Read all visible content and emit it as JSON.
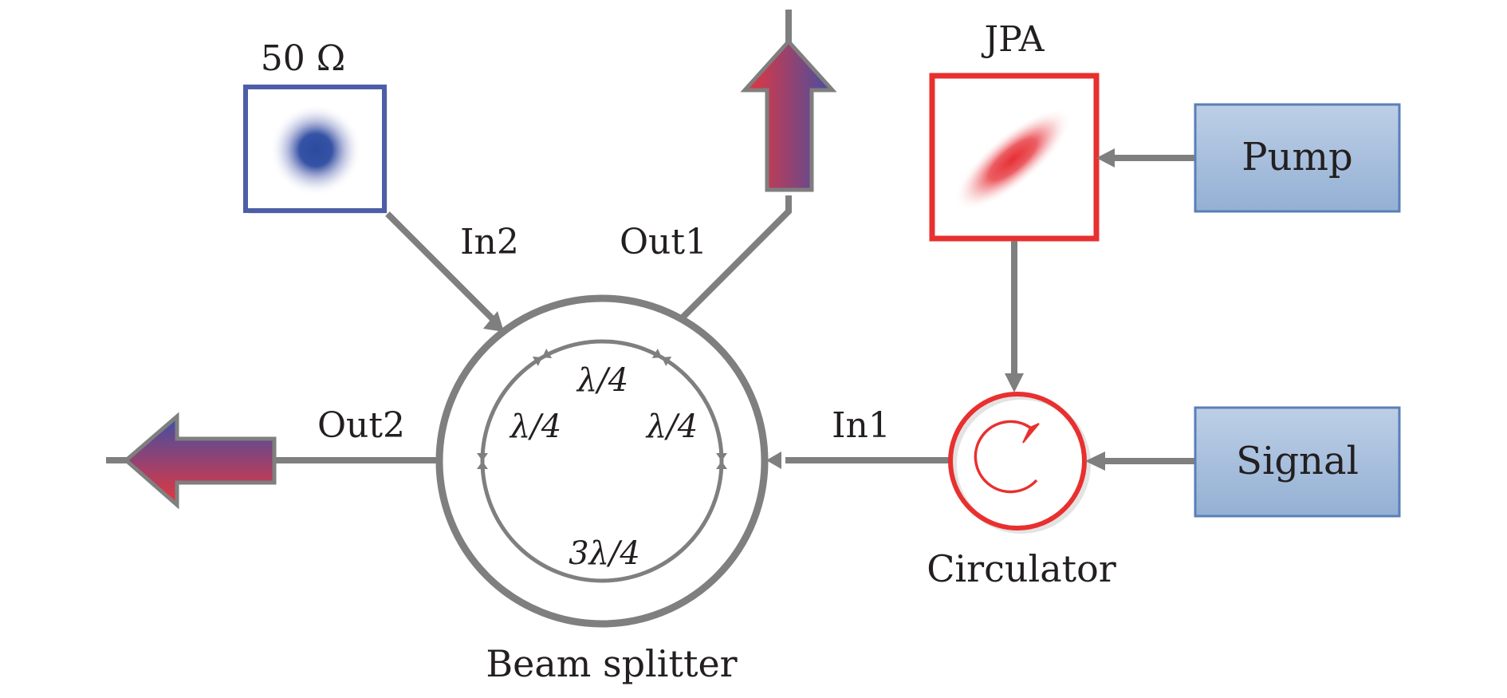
{
  "diagram": {
    "type": "block-diagram",
    "title": "",
    "components": {
      "load": {
        "label": "50 Ω",
        "description": "Vacuum state (coherent blob)",
        "color": "#3f4fa6"
      },
      "jpa": {
        "label": "JPA",
        "description": "Squeezed state (elliptical blob)",
        "color": "#e8302f"
      },
      "pump": {
        "label": "Pump",
        "color": "#95b3d7"
      },
      "signal": {
        "label": "Signal",
        "color": "#95b3d7"
      },
      "circulator": {
        "label": "Circulator",
        "color": "#e8302f"
      },
      "beam_splitter": {
        "label": "Beam splitter",
        "segments": [
          "λ/4",
          "λ/4",
          "λ/4",
          "3λ/4"
        ],
        "color": "#7f7f7f"
      }
    },
    "ports": {
      "in1": "In1",
      "in2": "In2",
      "out1": "Out1",
      "out2": "Out2"
    },
    "connections": [
      {
        "from": "Pump",
        "to": "JPA"
      },
      {
        "from": "JPA",
        "to": "Circulator"
      },
      {
        "from": "Signal",
        "to": "Circulator"
      },
      {
        "from": "Circulator",
        "to": "Beam splitter",
        "port": "In1"
      },
      {
        "from": "50 Ω",
        "to": "Beam splitter",
        "port": "In2"
      },
      {
        "from": "Beam splitter",
        "to": "output (up)",
        "port": "Out1"
      },
      {
        "from": "Beam splitter",
        "to": "output (left)",
        "port": "Out2"
      }
    ],
    "colors": {
      "line": "#7f7f7f",
      "red": "#e8302f",
      "blue": "#3f4fa6",
      "box_border": "#5a7fb8",
      "box_top": "#bccde4",
      "box_bottom": "#93b0d4",
      "text": "#231f20"
    }
  }
}
